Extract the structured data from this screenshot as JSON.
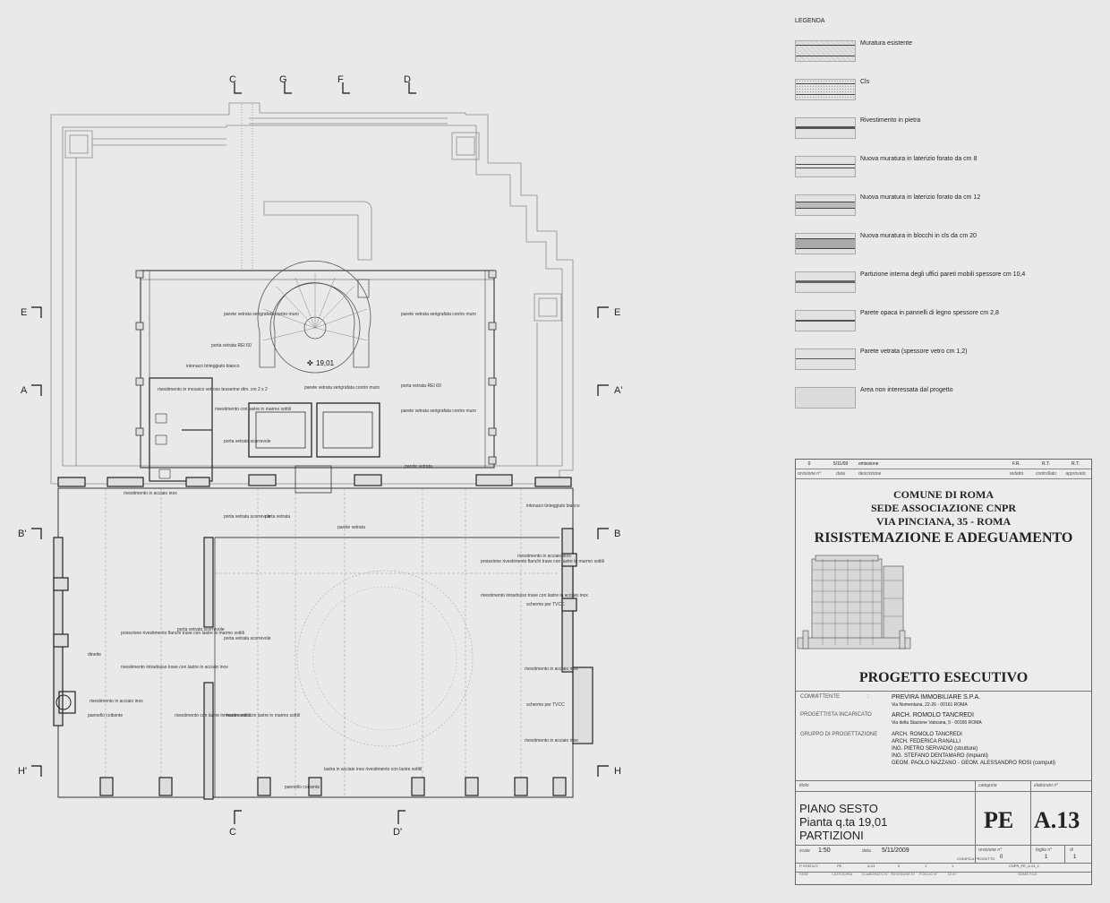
{
  "plan": {
    "section_marks": {
      "top": [
        "C",
        "G",
        "F",
        "D"
      ],
      "bottom": [
        "C",
        "D'"
      ],
      "left": [
        "E",
        "A",
        "B'",
        "H'"
      ],
      "right": [
        "E",
        "A'",
        "B",
        "H"
      ]
    },
    "level": "19,01",
    "labels": {
      "parete_serigrafata": "parete vetrata serigrafata contro muro",
      "porta_rei": "porta vetrata REI 60",
      "intonaco": "intonaco tinteggiato bianco",
      "mosaico": "rivestimento in mosaico vetroso tesserine dim. cm 2 x 2",
      "lastre_marmo": "rivestimento con lastre in marmo sottili",
      "porta_scorrevole": "porta vetrata scorrevole",
      "parete_vetrata": "parete vetrata",
      "porta_vetrata": "porta vetrata",
      "acciaio_inox": "rivestimento in acciaio inox",
      "proiezione_flanchi": "proiezione rivestimento flanchi trave con lastre in marmo sottili",
      "intradosso": "rivestimento intradosso trave con lastre in acciaio inox",
      "schermo": "schermo per TVCC",
      "pannello": "pannello coibente",
      "dinette": "dinette",
      "lastra_inox": "lastra in acciaio inox rivestimento con lastre sottili"
    }
  },
  "legend": {
    "title": "LEGENDA",
    "items": [
      "Muratura esistente",
      "Cls",
      "Rivestimento in pietra",
      "Nuova muratura in laterizio forato da cm 8",
      "Nuova muratura in laterizio forato da cm 12",
      "Nuova muratura in blocchi in cls da cm 20",
      "Partizione interna degli uffici pareti mobili spessore cm 10,4",
      "Parete opaca in pannelli di legno spessore cm 2,8",
      "Parete vetrata (spessore vetro cm 1,2)",
      "Area non interessata dal progetto"
    ]
  },
  "titleblock": {
    "revision": {
      "rev": "0",
      "date": "5/11/09",
      "desc": "emissione",
      "fr": "F.R.",
      "rt1": "R.T.",
      "rt2": "R.T."
    },
    "rev_headers": {
      "rev": "revisione n°",
      "date": "data",
      "desc": "descrizione",
      "fr": "redatto",
      "rt1": "controllato",
      "rt2": "approvato"
    },
    "header": {
      "line1": "COMUNE DI ROMA",
      "line2": "SEDE ASSOCIAZIONE CNPR",
      "line3": "VIA PINCIANA, 35 - ROMA",
      "line4": "RISISTEMAZIONE E ADEGUAMENTO"
    },
    "phase": "PROGETTO ESECUTIVO",
    "committente": {
      "key": "COMMITTENTE",
      "name": "PREVIRA IMMOBILIARE S.P.A.",
      "addr": "Via Nomentana, 22-26 - 00161 ROMA"
    },
    "progettista": {
      "key": "PROGETTISTA INCARICATO",
      "name": "ARCH. ROMOLO TANCREDI",
      "addr": "Via della Stazione Vaticana, 5 - 00165 ROMA"
    },
    "gruppo": {
      "key": "GRUPPO DI PROGETTAZIONE",
      "members": [
        "ARCH. ROMOLO TANCREDI",
        "ARCH. FEDERICA RANALLI",
        "ING. PIETRO SERVADIO (strutture)",
        "ING. STEFANO DENTAMARO (impianti)",
        "GEOM. PAOLO NAZZANO - GEOM. ALESSANDRO ROSI (computi)"
      ]
    },
    "labels": {
      "titolo": "titolo",
      "categoria": "categoria",
      "elaborato": "elaborato n°",
      "scala": "scala",
      "data": "data",
      "revisione": "revisione n°",
      "foglio": "foglio n°",
      "di": "di"
    },
    "sheet": {
      "line1": "PIANO SESTO",
      "line2": "Pianta q.ta 19,01",
      "line3": "PARTIZIONI"
    },
    "categoria": "PE",
    "elaborato": "A.13",
    "scala": "1:50",
    "data": "5/11/2009",
    "revisione_n": "0",
    "foglio": "1",
    "di": "1",
    "footer": {
      "fase": "P. ESECUT.",
      "fase_l": "FASE",
      "cat": "PE",
      "cat_l": "CATEGORIA",
      "elab": "A.13",
      "elab_l": "ELABORATO N°",
      "rev": "0",
      "rev_l": "REVISIONE N°",
      "foglio": "1",
      "foglio_l": "FOGLIO N°",
      "di": "1",
      "di_l": "DI N°",
      "codice_l": "CODIFICA PROGETTO",
      "codice": "CNPR_PE_A.13_1",
      "nome_l": "NOME FILE"
    }
  }
}
